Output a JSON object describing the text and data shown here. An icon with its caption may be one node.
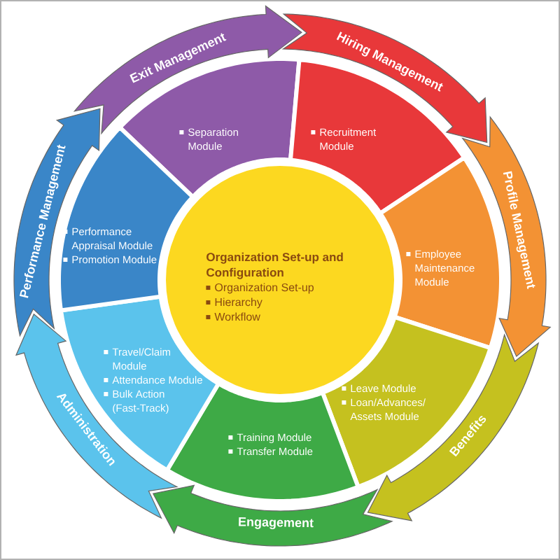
{
  "diagram": {
    "nodes": [
      {
        "text": [
          "Organization Set-up and Configuration",
          "Organization Set-up",
          "Hierarchy",
          "Workflow"
        ]
      },
      {
        "text": [
          "Separation Module"
        ]
      },
      {
        "text": [
          "Recruitment Module"
        ]
      },
      {
        "text": [
          "Employee Maintenance Module"
        ]
      },
      {
        "text": [
          "Leave Module",
          "Loan/Advances/ Assets Module"
        ]
      },
      {
        "text": [
          "Training Module",
          "Transfer Module"
        ]
      },
      {
        "text": [
          "Travel/Claim Module",
          "Attendance Module",
          "Bulk Action (Fast-Track)"
        ]
      },
      {
        "text": [
          "Performance Appraisal Module",
          "Promotion Module"
        ]
      },
      {
        "text": [
          "Exit Management"
        ]
      },
      {
        "text": [
          "Hiring Management"
        ]
      },
      {
        "text": [
          "Profile Management"
        ]
      },
      {
        "text": [
          "Benefits"
        ]
      },
      {
        "text": [
          "Engagement"
        ]
      },
      {
        "text": [
          "Administration"
        ]
      },
      {
        "text": [
          "Performance Management"
        ]
      }
    ]
  }
}
